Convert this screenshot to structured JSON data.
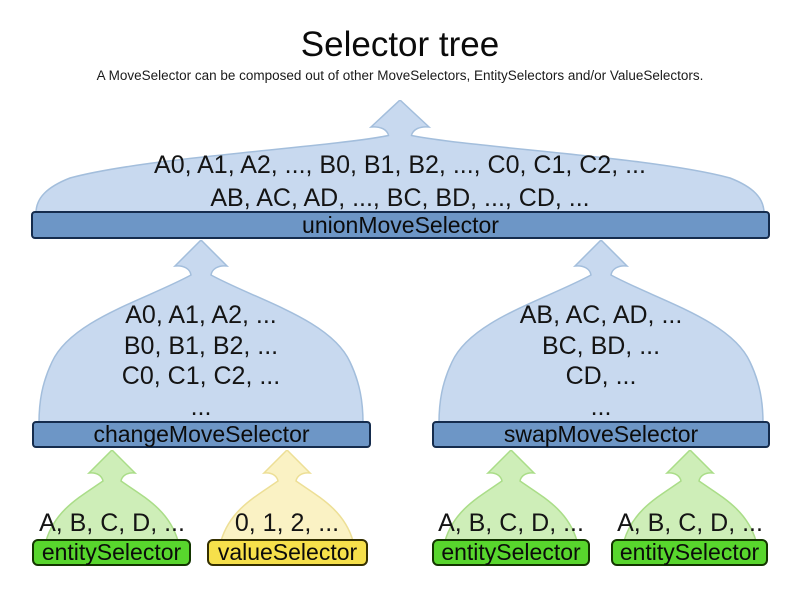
{
  "title": "Selector tree",
  "subtitle": "A MoveSelector can be composed out of other MoveSelectors, EntitySelectors and/or ValueSelectors.",
  "colors": {
    "move_selector_bar": "#6D96C6",
    "move_selector_cloud": "#C8D9EF",
    "entity_selector_bar": "#58D62D",
    "entity_selector_cloud": "#CEEEB8",
    "value_selector_bar": "#F6E04B",
    "value_selector_cloud": "#FAF2C4",
    "text": "#111111"
  },
  "nodes": {
    "union": {
      "label": "unionMoveSelector",
      "lines": [
        "A0, A1, A2, ..., B0, B1, B2, ..., C0, C1, C2, ...",
        "AB, AC, AD, ..., BC, BD, ..., CD, ..."
      ]
    },
    "change": {
      "label": "changeMoveSelector",
      "lines": [
        "A0, A1, A2, ...",
        "B0, B1, B2, ...",
        "C0, C1, C2, ...",
        "..."
      ]
    },
    "swap": {
      "label": "swapMoveSelector",
      "lines": [
        "AB, AC, AD, ...",
        "BC, BD, ...",
        "CD, ...",
        "..."
      ]
    },
    "entity1": {
      "label": "entitySelector",
      "lines": [
        "A, B, C, D, ..."
      ]
    },
    "value1": {
      "label": "valueSelector",
      "lines": [
        "0, 1, 2, ..."
      ]
    },
    "entity2": {
      "label": "entitySelector",
      "lines": [
        "A, B, C, D, ..."
      ]
    },
    "entity3": {
      "label": "entitySelector",
      "lines": [
        "A, B, C, D, ..."
      ]
    }
  }
}
